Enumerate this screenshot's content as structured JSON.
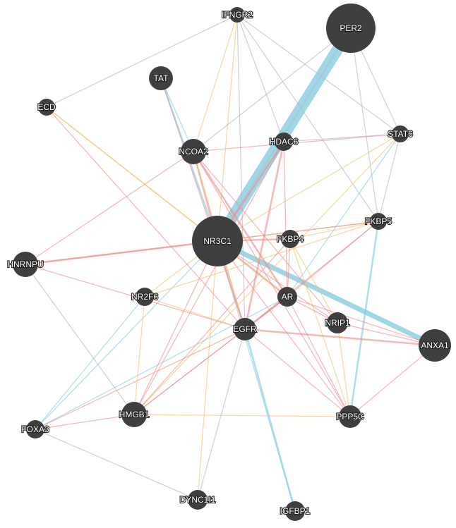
{
  "colors": {
    "node_fill": "#3f3f3f",
    "label_text": "#ffffff",
    "background": "#ffffff",
    "physical_interactions": "#f08a8a",
    "predicted": "#f2c06b",
    "pathway": "#7fc9de",
    "co_expression": "#b9b1c9"
  },
  "nodes": [
    {
      "id": "PER2",
      "label": "PER2"
    },
    {
      "id": "IFNGR2",
      "label": "IFNGR2"
    },
    {
      "id": "TAT",
      "label": "TAT"
    },
    {
      "id": "ECD",
      "label": "ECD"
    },
    {
      "id": "HDAC6",
      "label": "HDAC6"
    },
    {
      "id": "STAT6",
      "label": "STAT6"
    },
    {
      "id": "NCOA2",
      "label": "NCOA2"
    },
    {
      "id": "FKBP5",
      "label": "FKBP5"
    },
    {
      "id": "NR3C1",
      "label": "NR3C1",
      "query": true
    },
    {
      "id": "FKBP4",
      "label": "FKBP4"
    },
    {
      "id": "HNRNPU",
      "label": "HNRNPU"
    },
    {
      "id": "NR2F6",
      "label": "NR2F6"
    },
    {
      "id": "AR",
      "label": "AR"
    },
    {
      "id": "NRIP1",
      "label": "NRIP1"
    },
    {
      "id": "EGFR",
      "label": "EGFR"
    },
    {
      "id": "ANXA1",
      "label": "ANXA1"
    },
    {
      "id": "HMGB1",
      "label": "HMGB1"
    },
    {
      "id": "PPP5C",
      "label": "PPP5C"
    },
    {
      "id": "FOXA3",
      "label": "FOXA3"
    },
    {
      "id": "DYNC1I1",
      "label": "DYNC1I1"
    },
    {
      "id": "IGFBP1",
      "label": "IGFBP1"
    }
  ],
  "edges": [
    {
      "source": "NR3C1",
      "target": "PER2",
      "type": "pathway",
      "weight": 6
    },
    {
      "source": "NR3C1",
      "target": "PER2",
      "type": "co_expression",
      "weight": 1
    },
    {
      "source": "NR3C1",
      "target": "ANXA1",
      "type": "pathway",
      "weight": 4
    },
    {
      "source": "NR3C1",
      "target": "TAT",
      "type": "pathway",
      "weight": 2
    },
    {
      "source": "NR3C1",
      "target": "NCOA2",
      "type": "physical_interactions",
      "weight": 2
    },
    {
      "source": "NR3C1",
      "target": "HDAC6",
      "type": "physical_interactions",
      "weight": 2
    },
    {
      "source": "NR3C1",
      "target": "HNRNPU",
      "type": "physical_interactions",
      "weight": 2
    },
    {
      "source": "NR3C1",
      "target": "FKBP4",
      "type": "physical_interactions",
      "weight": 2
    },
    {
      "source": "NR3C1",
      "target": "FKBP5",
      "type": "predicted",
      "weight": 1
    },
    {
      "source": "NR3C1",
      "target": "AR",
      "type": "physical_interactions",
      "weight": 2
    },
    {
      "source": "NR3C1",
      "target": "EGFR",
      "type": "physical_interactions",
      "weight": 2
    },
    {
      "source": "NR3C1",
      "target": "NRIP1",
      "type": "physical_interactions",
      "weight": 1
    },
    {
      "source": "NR3C1",
      "target": "PPP5C",
      "type": "physical_interactions",
      "weight": 1
    },
    {
      "source": "NR3C1",
      "target": "HMGB1",
      "type": "physical_interactions",
      "weight": 1
    },
    {
      "source": "NR3C1",
      "target": "NR2F6",
      "type": "predicted",
      "weight": 1
    },
    {
      "source": "NR3C1",
      "target": "ECD",
      "type": "predicted",
      "weight": 1
    },
    {
      "source": "NR3C1",
      "target": "IFNGR2",
      "type": "predicted",
      "weight": 1
    },
    {
      "source": "NR3C1",
      "target": "STAT6",
      "type": "predicted",
      "weight": 1
    },
    {
      "source": "NR3C1",
      "target": "DYNC1I1",
      "type": "predicted",
      "weight": 1
    },
    {
      "source": "NR3C1",
      "target": "IGFBP1",
      "type": "pathway",
      "weight": 1
    },
    {
      "source": "NR3C1",
      "target": "FOXA3",
      "type": "pathway",
      "weight": 1
    },
    {
      "source": "ECD",
      "target": "IFNGR2",
      "type": "co_expression",
      "weight": 1
    },
    {
      "source": "ECD",
      "target": "EGFR",
      "type": "physical_interactions",
      "weight": 1
    },
    {
      "source": "ECD",
      "target": "AR",
      "type": "predicted",
      "weight": 1
    },
    {
      "source": "IFNGR2",
      "target": "STAT6",
      "type": "co_expression",
      "weight": 1
    },
    {
      "source": "IFNGR2",
      "target": "NCOA2",
      "type": "predicted",
      "weight": 1
    },
    {
      "source": "IFNGR2",
      "target": "EGFR",
      "type": "co_expression",
      "weight": 1
    },
    {
      "source": "IFNGR2",
      "target": "HDAC6",
      "type": "co_expression",
      "weight": 1
    },
    {
      "source": "IFNGR2",
      "target": "FKBP5",
      "type": "co_expression",
      "weight": 1
    },
    {
      "source": "PER2",
      "target": "STAT6",
      "type": "co_expression",
      "weight": 1
    },
    {
      "source": "PER2",
      "target": "FKBP5",
      "type": "co_expression",
      "weight": 1
    },
    {
      "source": "PER2",
      "target": "NCOA2",
      "type": "co_expression",
      "weight": 1
    },
    {
      "source": "TAT",
      "target": "EGFR",
      "type": "physical_interactions",
      "weight": 1
    },
    {
      "source": "TAT",
      "target": "NCOA2",
      "type": "pathway",
      "weight": 1
    },
    {
      "source": "NCOA2",
      "target": "STAT6",
      "type": "physical_interactions",
      "weight": 1
    },
    {
      "source": "NCOA2",
      "target": "AR",
      "type": "physical_interactions",
      "weight": 2
    },
    {
      "source": "NCOA2",
      "target": "NRIP1",
      "type": "physical_interactions",
      "weight": 1
    },
    {
      "source": "NCOA2",
      "target": "EGFR",
      "type": "predicted",
      "weight": 1
    },
    {
      "source": "NCOA2",
      "target": "PPP5C",
      "type": "physical_interactions",
      "weight": 1
    },
    {
      "source": "NCOA2",
      "target": "HNRNPU",
      "type": "physical_interactions",
      "weight": 1
    },
    {
      "source": "HDAC6",
      "target": "EGFR",
      "type": "physical_interactions",
      "weight": 2
    },
    {
      "source": "HDAC6",
      "target": "AR",
      "type": "physical_interactions",
      "weight": 1
    },
    {
      "source": "HDAC6",
      "target": "HMGB1",
      "type": "physical_interactions",
      "weight": 1
    },
    {
      "source": "HDAC6",
      "target": "STAT6",
      "type": "co_expression",
      "weight": 1
    },
    {
      "source": "STAT6",
      "target": "FKBP5",
      "type": "co_expression",
      "weight": 1
    },
    {
      "source": "STAT6",
      "target": "AR",
      "type": "pathway",
      "weight": 1
    },
    {
      "source": "STAT6",
      "target": "HMGB1",
      "type": "predicted",
      "weight": 1
    },
    {
      "source": "FKBP5",
      "target": "PPP5C",
      "type": "pathway",
      "weight": 2
    },
    {
      "source": "FKBP5",
      "target": "AR",
      "type": "physical_interactions",
      "weight": 1
    },
    {
      "source": "FKBP5",
      "target": "EGFR",
      "type": "physical_interactions",
      "weight": 1
    },
    {
      "source": "FKBP5",
      "target": "FKBP4",
      "type": "predicted",
      "weight": 1
    },
    {
      "source": "FKBP5",
      "target": "HNRNPU",
      "type": "physical_interactions",
      "weight": 1
    },
    {
      "source": "FKBP5",
      "target": "NR2F6",
      "type": "predicted",
      "weight": 1
    },
    {
      "source": "FKBP4",
      "target": "PPP5C",
      "type": "predicted",
      "weight": 1
    },
    {
      "source": "FKBP4",
      "target": "AR",
      "type": "physical_interactions",
      "weight": 1
    },
    {
      "source": "FKBP4",
      "target": "NRIP1",
      "type": "predicted",
      "weight": 1
    },
    {
      "source": "FKBP4",
      "target": "HMGB1",
      "type": "physical_interactions",
      "weight": 1
    },
    {
      "source": "HNRNPU",
      "target": "HMGB1",
      "type": "co_expression",
      "weight": 1
    },
    {
      "source": "HNRNPU",
      "target": "EGFR",
      "type": "physical_interactions",
      "weight": 1
    },
    {
      "source": "AR",
      "target": "NRIP1",
      "type": "physical_interactions",
      "weight": 1
    },
    {
      "source": "AR",
      "target": "EGFR",
      "type": "physical_interactions",
      "weight": 2
    },
    {
      "source": "AR",
      "target": "ANXA1",
      "type": "physical_interactions",
      "weight": 1
    },
    {
      "source": "AR",
      "target": "PPP5C",
      "type": "physical_interactions",
      "weight": 1
    },
    {
      "source": "AR",
      "target": "HMGB1",
      "type": "physical_interactions",
      "weight": 1
    },
    {
      "source": "AR",
      "target": "FOXA3",
      "type": "pathway",
      "weight": 1
    },
    {
      "source": "NRIP1",
      "target": "ANXA1",
      "type": "physical_interactions",
      "weight": 1
    },
    {
      "source": "NRIP1",
      "target": "PPP5C",
      "type": "predicted",
      "weight": 1
    },
    {
      "source": "EGFR",
      "target": "ANXA1",
      "type": "physical_interactions",
      "weight": 2
    },
    {
      "source": "EGFR",
      "target": "PPP5C",
      "type": "physical_interactions",
      "weight": 1
    },
    {
      "source": "EGFR",
      "target": "HMGB1",
      "type": "physical_interactions",
      "weight": 1
    },
    {
      "source": "EGFR",
      "target": "IGFBP1",
      "type": "pathway",
      "weight": 2
    },
    {
      "source": "EGFR",
      "target": "FOXA3",
      "type": "physical_interactions",
      "weight": 1
    },
    {
      "source": "EGFR",
      "target": "DYNC1I1",
      "type": "co_expression",
      "weight": 1
    },
    {
      "source": "EGFR",
      "target": "NR2F6",
      "type": "predicted",
      "weight": 1
    },
    {
      "source": "NR2F6",
      "target": "FOXA3",
      "type": "pathway",
      "weight": 1
    },
    {
      "source": "NR2F6",
      "target": "HMGB1",
      "type": "predicted",
      "weight": 1
    },
    {
      "source": "HMGB1",
      "target": "FOXA3",
      "type": "physical_interactions",
      "weight": 1
    },
    {
      "source": "FOXA3",
      "target": "DYNC1I1",
      "type": "co_expression",
      "weight": 1
    },
    {
      "source": "ANXA1",
      "target": "PPP5C",
      "type": "physical_interactions",
      "weight": 1
    },
    {
      "source": "PPP5C",
      "target": "HMGB1",
      "type": "predicted",
      "weight": 1
    }
  ]
}
